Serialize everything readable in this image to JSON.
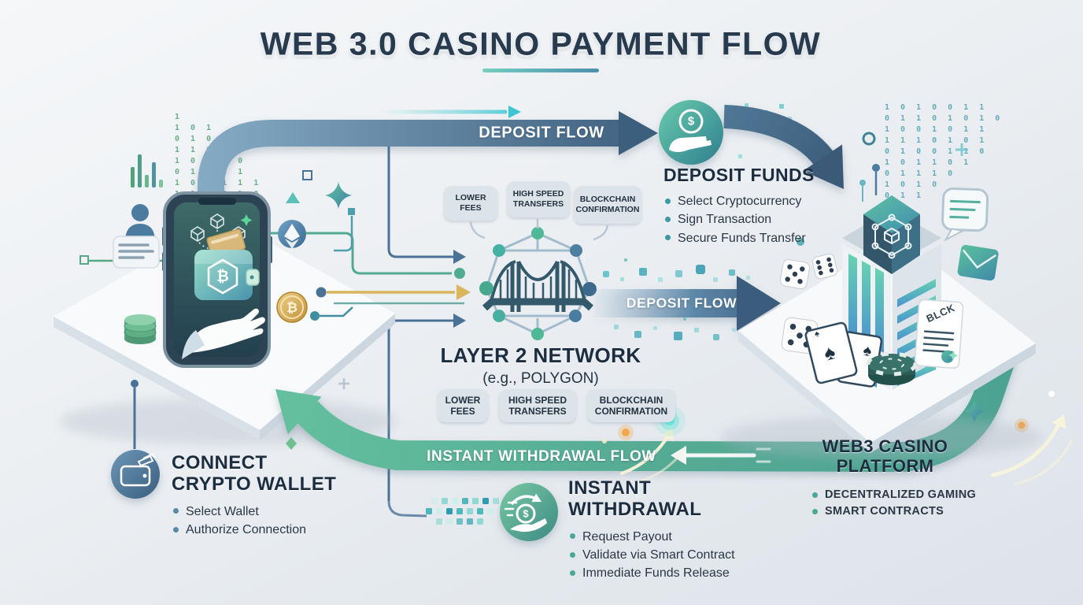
{
  "title": "WEB 3.0 CASINO PAYMENT FLOW",
  "flows": {
    "deposit_top_label": "DEPOSIT FLOW",
    "deposit_mid_label": "DEPOSIT FLOW",
    "withdrawal_label": "INSTANT WITHDRAWAL FLOW"
  },
  "sections": {
    "deposit_funds": {
      "title": "DEPOSIT FUNDS",
      "bullets": [
        "Select Cryptocurrency",
        "Sign Transaction",
        "Secure Funds Transfer"
      ]
    },
    "connect_wallet": {
      "title_line1": "CONNECT",
      "title_line2": "CRYPTO WALLET",
      "bullets": [
        "Select Wallet",
        "Authorize Connection"
      ]
    },
    "layer2_network": {
      "title": "LAYER 2 NETWORK",
      "subtitle": "(e.g., POLYGON)"
    },
    "instant_withdrawal": {
      "title_line1": "INSTANT",
      "title_line2": "WITHDRAWAL",
      "bullets": [
        "Request Payout",
        "Validate via Smart Contract",
        "Immediate Funds Release"
      ]
    },
    "casino_platform": {
      "title_line1": "WEB3 CASINO",
      "title_line2": "PLATFORM",
      "bullets": [
        "DECENTRALIZED GAMING",
        "SMART CONTRACTS"
      ]
    }
  },
  "badges": {
    "top": [
      {
        "line1": "LOWER",
        "line2": "FEES"
      },
      {
        "line1": "HIGH SPEED",
        "line2": "TRANSFERS"
      },
      {
        "line1": "BLOCKCHAIN",
        "line2": "CONFIRMATION"
      }
    ],
    "bottom": [
      {
        "line1": "LOWER",
        "line2": "FEES"
      },
      {
        "line1": "HIGH SPEED",
        "line2": "TRANSFERS"
      },
      {
        "line1": "BLOCKCHAIN",
        "line2": "CONFIRMATION"
      }
    ]
  },
  "decorations": {
    "document_label": "BLCK",
    "card_suit": "♠",
    "btc_symbol": "₿",
    "dollar_symbol": "$",
    "binary_left": "1\n1 0 1\n0 1 0 1\n1 1 0 1\n1 0 1 1 0\n0 1 1 0 1\n1 0 0 1 1 1\n1 1 0 0 1 0\n0 1 0 1 1",
    "binary_right": "1 0 1 0 0 1 1\n0 1 1 0 1 0 1 0\n1 0 0 1 0 1 1\n1 1 1 0 1 0 1\n0 1 0 0 1 1 0\n1 0 1 1 0 1\n0 1 1 1 0\n1 0 1 0\n0 1 1\n1 0"
  },
  "colors": {
    "accent_teal": "#4db6a0",
    "accent_blue": "#4a7296",
    "arrow_blue": "#3e5f7e",
    "arrow_green": "#57b096",
    "heading": "#1c2d40",
    "gold": "#d9b65e"
  }
}
